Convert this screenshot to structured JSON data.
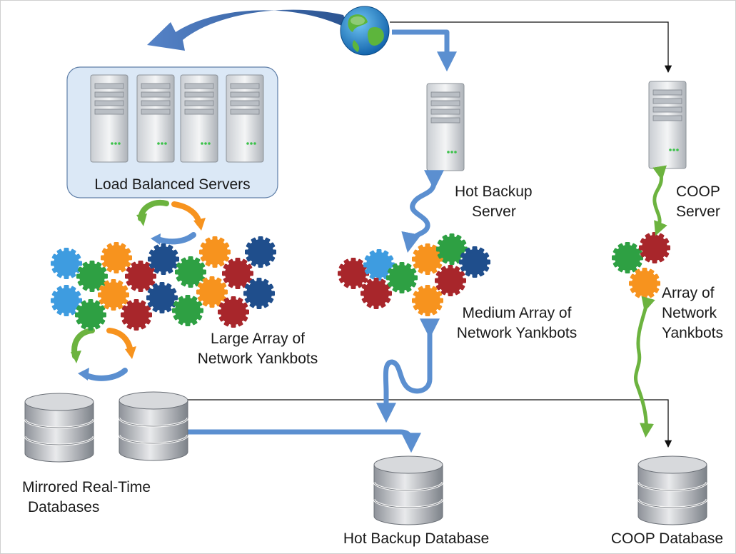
{
  "labels": {
    "load_balanced_servers": "Load Balanced Servers",
    "hot_backup_server": [
      "Hot Backup",
      "Server"
    ],
    "coop_server": [
      "COOP",
      "Server"
    ],
    "large_array": [
      "Large Array of",
      "Network Yankbots"
    ],
    "medium_array": [
      "Medium Array of",
      "Network Yankbots"
    ],
    "array": [
      "Array of",
      "Network",
      "Yankbots"
    ],
    "mirrored_dbs": [
      "Mirrored Real-Time",
      "Databases"
    ],
    "hot_backup_db": "Hot Backup Database",
    "coop_db": "COOP Database"
  },
  "icons": {
    "globe": "globe-icon",
    "server": "server-icon",
    "database": "database-icon",
    "gear": "gear-icon",
    "cycle": "recycle-arrows-icon"
  },
  "colors": {
    "blue_arrow": "#5b8fd0",
    "green_arrow": "#6cb33f",
    "gear_blue": "#3e9ce0",
    "gear_green": "#2ea043",
    "gear_orange": "#f7931e",
    "gear_red": "#a8262b",
    "gear_navy": "#1f4e8c",
    "panel_fill": "#dbe8f6",
    "panel_border": "#5f7fa8"
  }
}
